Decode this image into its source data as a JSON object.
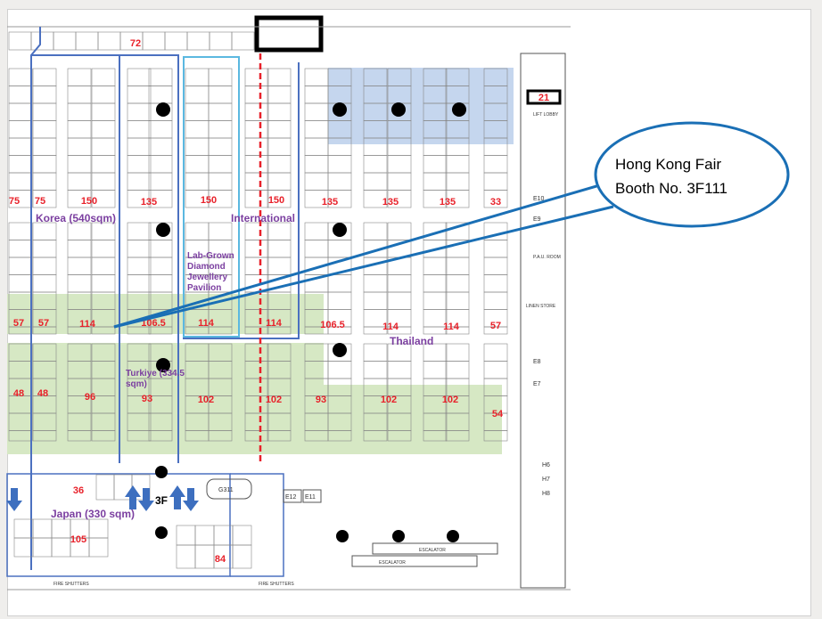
{
  "floor_plan": {
    "floor_label": "3F",
    "regions": {
      "korea": "Korea (540sqm)",
      "international": "International",
      "lab_grown": [
        "Lab-Grown",
        "Diamond",
        "Jewellery",
        "Pavilion"
      ],
      "thailand": "Thailand",
      "turkiye": [
        "Turkiye (334.5",
        "sqm)"
      ],
      "japan": "Japan (330 sqm)"
    },
    "areas": [
      "72",
      "75",
      "75",
      "150",
      "135",
      "150",
      "150",
      "135",
      "135",
      "135",
      "33",
      "57",
      "57",
      "114",
      "106.5",
      "114",
      "114",
      "106.5",
      "114",
      "114",
      "57",
      "48",
      "48",
      "96",
      "93",
      "102",
      "102",
      "93",
      "102",
      "102",
      "54",
      "36",
      "105",
      "84",
      "21"
    ],
    "facilities": [
      "E12",
      "E11",
      "E10",
      "E9",
      "E8",
      "E7",
      "H6",
      "H7",
      "H8",
      "G311",
      "LINEN STORE",
      "P.A.U. ROOM",
      "LIFT LOBBY",
      "ESCALATOR",
      "ESCALATOR",
      "FIRE SHUTTERS",
      "FIRE SHUTTERS"
    ]
  },
  "callout": {
    "line1": "Hong Kong Fair",
    "line2": "Booth No. 3F111",
    "color": "#1a6fb5"
  },
  "colors": {
    "area_number": "#e8212a",
    "region_label": "#7b3fa0",
    "green_zone": "#d6e8c4",
    "blue_zone": "#c5d6ee"
  }
}
